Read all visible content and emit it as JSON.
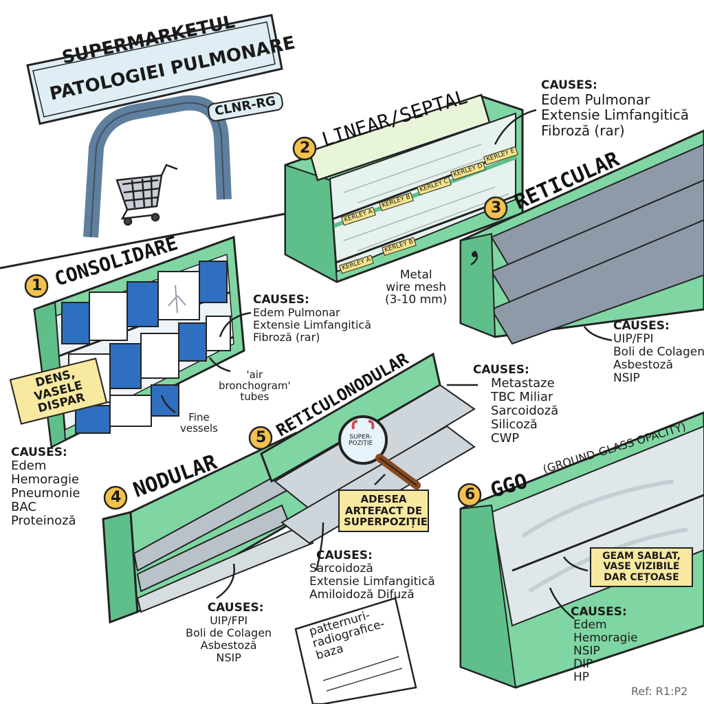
{
  "sign": {
    "line1": "SUPERMARKETUL",
    "line2": "PATOLOGIEI PULMONARE",
    "tag": "CLNR-RG"
  },
  "shelves": [
    {
      "num": "1",
      "title": "CONSOLIDARE",
      "causes_heading": "CAUSES:",
      "causes": [
        "Edem",
        "Hemoragie",
        "Pneumonie",
        "BAC",
        "Proteinoză"
      ]
    },
    {
      "num": "2",
      "title": "LINEAR/SEPTAL",
      "causes_heading": "CAUSES:",
      "causes": [
        "Edem Pulmonar",
        "Extensie Limfangitică",
        "Fibroză (rar)"
      ],
      "shelf_labels": [
        "KERLEY A",
        "KERLEY B",
        "KERLEY C",
        "KERLEY D",
        "KERLEY E",
        "KERLEY A",
        "KERLEY B"
      ]
    },
    {
      "num": "3",
      "title": "RETICULAR",
      "causes_heading": "CAUSES:",
      "causes": [
        "UIP/FPI",
        "Boli de Colagen",
        "Asbestoză",
        "NSIP"
      ]
    },
    {
      "num": "4",
      "title": "NODULAR",
      "causes_heading": "CAUSES:",
      "causes": [
        "UIP/FPI",
        "Boli de Colagen",
        "Asbestoză",
        "NSIP"
      ]
    },
    {
      "num": "5",
      "title": "RETICULONODULAR",
      "causes_heading": "CAUSES:",
      "causes": [
        "Metastaze",
        "TBC Miliar",
        "Sarcoidoză",
        "Silicoză",
        "CWP"
      ]
    },
    {
      "num": "6",
      "title": "GGO",
      "subtitle": "(GROUND-GLASS OPACITY)",
      "causes_heading": "CAUSES:",
      "causes": [
        "Edem",
        "Hemoragie",
        "NSIP",
        "DIP",
        "HP"
      ]
    }
  ],
  "consolidare_middle": {
    "causes_heading": "CAUSES:",
    "causes": [
      "Edem Pulmonar",
      "Extensie Limfangitică",
      "Fibroză (rar)"
    ]
  },
  "reticulonodular_lower": {
    "causes_heading": "CAUSES:",
    "causes": [
      "Sarcoidoză",
      "Extensie Limfangitică",
      "Amiloidoză Difuză"
    ]
  },
  "annotations": {
    "dense_note": "DENS, VASELE DISPAR",
    "air_bronchogram": [
      "'air",
      "bronchogram'",
      "tubes"
    ],
    "fine_vessels": [
      "Fine",
      "vessels"
    ],
    "metal_mesh": [
      "Metal",
      "wire mesh",
      "(3-10 mm)"
    ],
    "magnifier": [
      "SUPER-",
      "POZIȚIE"
    ],
    "artefact_note": "ADESEA ARTEFACT DE SUPERPOZIȚIE",
    "ggo_note": "GEAM SABLAT, VASE VIZIBILE DAR CEȚOASE",
    "paper": [
      "patternuri-",
      "radiografice-",
      "baza"
    ],
    "ref": "Ref: R1:P2"
  },
  "colors": {
    "shelf_green": "#7fd6a3",
    "shelf_dark": "#5fbf8a",
    "note_yellow": "#f8e9a1",
    "box_blue": "#2f6fc0",
    "number_badge": "#f2c14e",
    "arch": "#5f7f9f"
  }
}
